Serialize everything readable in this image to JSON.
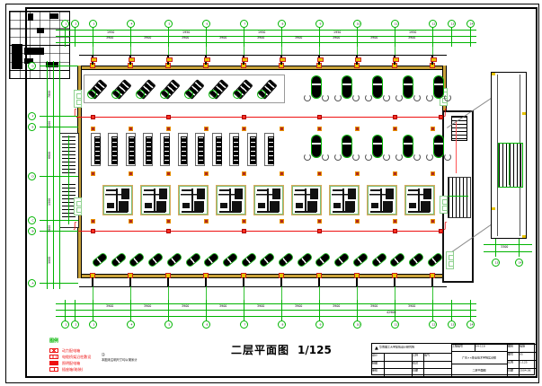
{
  "title": {
    "text": "二层平面图",
    "scale": "1/125"
  },
  "legend": {
    "title": "图例",
    "items": [
      {
        "icon": "crossed-box-icon",
        "label": "动力配电箱"
      },
      {
        "icon": "triple-box-icon",
        "label": "电缆桥架沿柱敷设"
      },
      {
        "icon": "filled-box-icon",
        "label": "照明配电箱"
      },
      {
        "icon": "open-box-icon",
        "label": "插座箱(暗装)"
      }
    ]
  },
  "note": {
    "line1": "注:",
    "line2": "本图未注明尺寸均以毫米计"
  },
  "axes": {
    "numbers": [
      "1",
      "2",
      "3",
      "4",
      "5",
      "6",
      "7",
      "8",
      "9",
      "10",
      "11",
      "12",
      "13",
      "14"
    ],
    "letters": [
      "G",
      "F",
      "E",
      "D",
      "C",
      "B",
      "A"
    ]
  },
  "dims": {
    "bay": "3900",
    "half": "1950",
    "total_bottom": "42900",
    "left_segments": [
      "7800",
      "1200",
      "6600",
      "1500",
      "7800",
      "3000"
    ],
    "detail": "3300"
  },
  "detail": {
    "bubbles": [
      "13",
      "14"
    ]
  },
  "titleblock": {
    "logo": "▲",
    "institute": "华南理工大学建筑设计研究院",
    "personnel": [
      [
        "设计",
        "",
        "工种",
        "电气"
      ],
      [
        "制图",
        "",
        "校对",
        ""
      ],
      [
        "审核",
        "",
        "日期",
        ""
      ]
    ],
    "project_label": "工程编号",
    "project_no": "04-118",
    "project_name": "广东××职业技术学院实训楼",
    "drawing_name": "二层平面图",
    "fields": [
      [
        "图别",
        "电施"
      ],
      [
        "图号",
        "05"
      ],
      [
        "比例",
        "1:125"
      ],
      [
        "日期",
        "2004.06"
      ]
    ]
  },
  "plan": {
    "row1_left_count": 8,
    "row1_right_count": 5,
    "row2_left_count": 11,
    "row2_right_count": 5,
    "row3_count": 9,
    "row4_count": 19
  },
  "colors": {
    "green": "#00b400",
    "red": "#ee1010"
  }
}
